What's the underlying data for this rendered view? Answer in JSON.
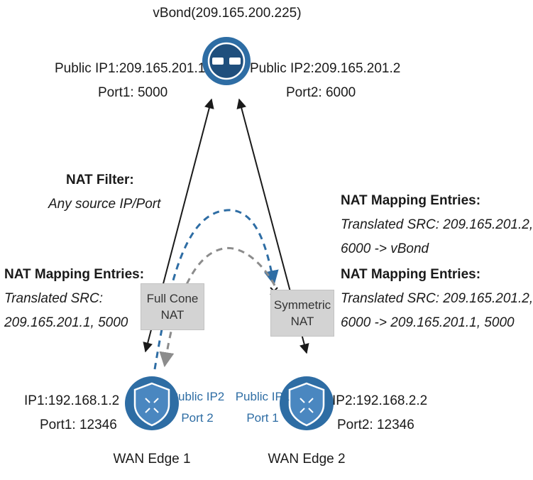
{
  "vbond": {
    "title": "vBond(209.165.200.225)"
  },
  "public1": {
    "ip": "Public IP1:209.165.201.1",
    "port": "Port1: 5000"
  },
  "public2": {
    "ip": "Public IP2:209.165.201.2",
    "port": "Port2: 6000"
  },
  "nat_filter": {
    "title": "NAT Filter:",
    "text": "Any source IP/Port"
  },
  "mapping_left": {
    "title": "NAT Mapping Entries:",
    "line1": "Translated SRC:",
    "line2": "209.165.201.1, 5000"
  },
  "mapping_right_1": {
    "title": "NAT Mapping Entries:",
    "line1": "Translated SRC: 209.165.201.2,",
    "line2": "6000 -> vBond"
  },
  "mapping_right_2": {
    "title": "NAT Mapping Entries:",
    "line1": "Translated SRC: 209.165.201.2,",
    "line2": "6000 -> 209.165.201.1, 5000"
  },
  "nat1": {
    "line1": "Full Cone",
    "line2": "NAT"
  },
  "nat2": {
    "line1": "Symmetric",
    "line2": "NAT"
  },
  "edge1": {
    "ip": "IP1:192.168.1.2",
    "port": "Port1: 12346",
    "name": "WAN Edge 1"
  },
  "edge2": {
    "ip": "IP2:192.168.2.2",
    "port": "Port2: 12346",
    "name": "WAN Edge 2"
  },
  "edge1_public": {
    "line1": "Public IP2",
    "line2": "Port 2"
  },
  "edge2_public": {
    "line1": "Public IP1",
    "line2": "Port 1"
  },
  "icons": {
    "vbond": "vbond-router-icon",
    "edge1": "wan-edge-shield-icon",
    "edge2": "wan-edge-shield-icon"
  },
  "colors": {
    "node_blue": "#2e6da4",
    "node_dark": "#1f4f7d",
    "dashed_blue": "#2e6da4",
    "dashed_gray": "#8c8c8c",
    "nat_box": "#d3d3d3",
    "line": "#1a1a1a"
  }
}
